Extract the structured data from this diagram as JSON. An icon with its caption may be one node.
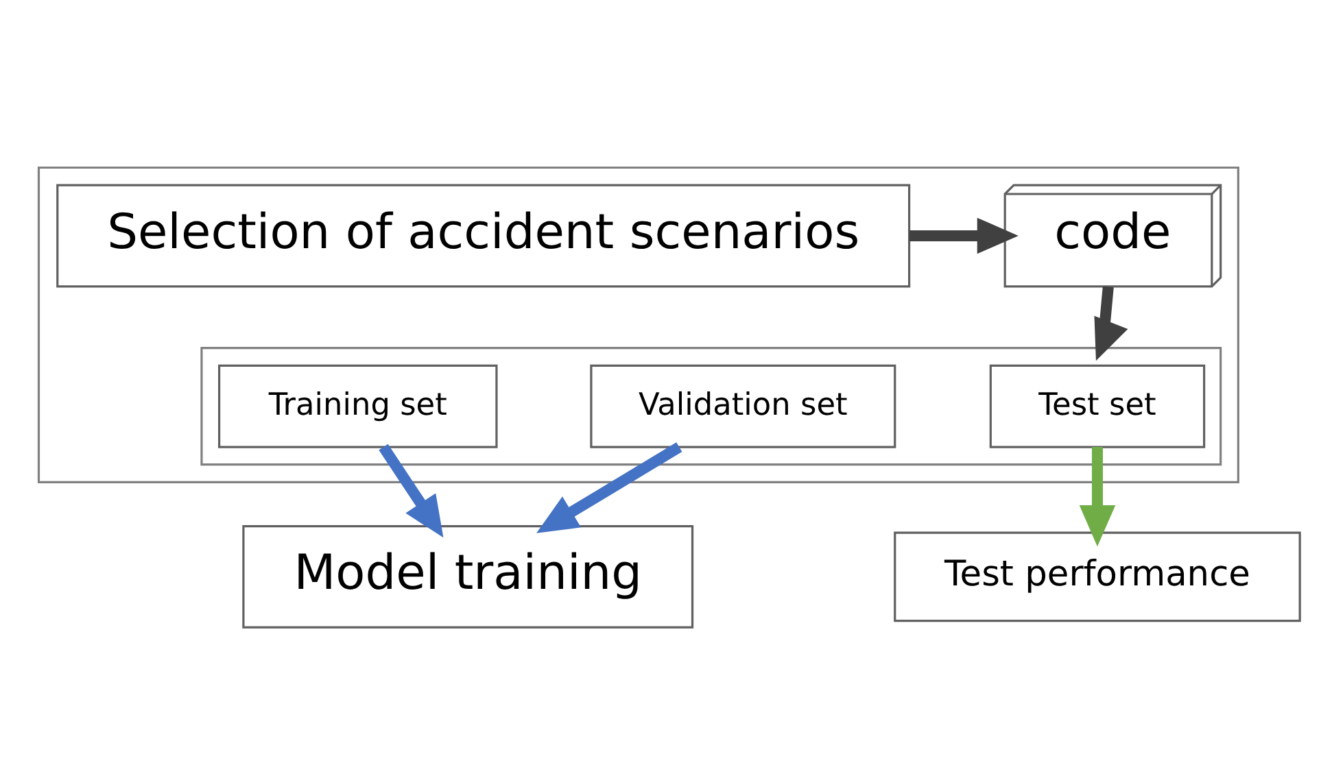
{
  "diagram": {
    "nodes": [
      {
        "text": [],
        "shape": "box"
      },
      {
        "text": [
          "Selection of accident scenarios"
        ],
        "in": 0
      },
      {
        "text": [
          "code"
        ],
        "in": 0
      },
      {
        "text": [],
        "shape": "box",
        "in": 0
      },
      {
        "text": [
          "Training set"
        ],
        "in": 3
      },
      {
        "text": [
          "Validation set"
        ],
        "in": 3
      },
      {
        "text": [
          "Test set"
        ],
        "in": 3
      },
      {
        "text": [
          "Model training"
        ]
      },
      {
        "text": [
          "Test performance"
        ]
      }
    ],
    "edges": [
      {
        "from": 1,
        "to": 2,
        "arrow": "to",
        "color": "#404040"
      },
      {
        "from": 2,
        "to": 3,
        "arrow": "to",
        "color": "#404040"
      },
      {
        "from": 4,
        "to": 7,
        "arrow": "to",
        "color": "#4472c4"
      },
      {
        "from": 5,
        "to": 7,
        "arrow": "to",
        "color": "#4472c4"
      },
      {
        "from": 6,
        "to": 8,
        "arrow": "to",
        "color": "#70ad47"
      }
    ]
  }
}
